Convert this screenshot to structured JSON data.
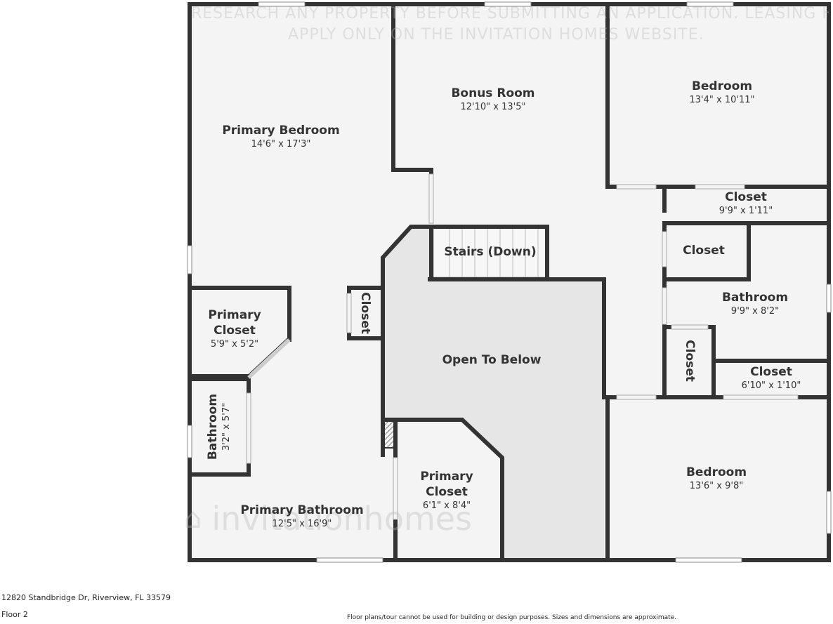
{
  "watermark": {
    "disclaimer_line1": "RESEARCH ANY PROPERTY BEFORE SUBMITTING AN APPLICATION. LEASING HOMES",
    "disclaimer_line2": "APPLY ONLY ON THE INVITATION HOMES WEBSITE.",
    "logo_text": "invitationhomes"
  },
  "rooms": {
    "primary_bedroom": {
      "name": "Primary Bedroom",
      "dims": "14'6\" x 17'3\""
    },
    "bonus_room": {
      "name": "Bonus Room",
      "dims": "12'10\" x 13'5\""
    },
    "bedroom_ne": {
      "name": "Bedroom",
      "dims": "13'4\" x 10'11\""
    },
    "closet_ne": {
      "name": "Closet",
      "dims": "9'9\" x 1'11\""
    },
    "closet_mid": {
      "name": "Closet"
    },
    "stairs": {
      "name": "Stairs (Down)"
    },
    "bathroom_e": {
      "name": "Bathroom",
      "dims": "9'9\" x 8'2\""
    },
    "closet_hall": {
      "name": "Closet"
    },
    "open_to_below": {
      "name": "Open To Below"
    },
    "primary_closet_w": {
      "name": "Primary",
      "name2": "Closet",
      "dims": "5'9\" x 5'2\""
    },
    "closet_vert_e": {
      "name": "Closet"
    },
    "closet_se": {
      "name": "Closet",
      "dims": "6'10\" x 1'10\""
    },
    "bathroom_w": {
      "name": "Bathroom",
      "dims": "3'2\" x 5'7\""
    },
    "bedroom_se": {
      "name": "Bedroom",
      "dims": "13'6\" x 9'8\""
    },
    "primary_closet_s": {
      "name": "Primary",
      "name2": "Closet",
      "dims": "6'1\" x 8'4\""
    },
    "primary_bathroom": {
      "name": "Primary Bathroom",
      "dims": "12'5\" x 16'9\""
    }
  },
  "footer": {
    "address": "12820 Standbridge Dr, Riverview, FL 33579",
    "floor": "Floor 2",
    "disclaimer": "Floor plans/tour cannot be used for building or design purposes. Sizes and dimensions are approximate."
  }
}
